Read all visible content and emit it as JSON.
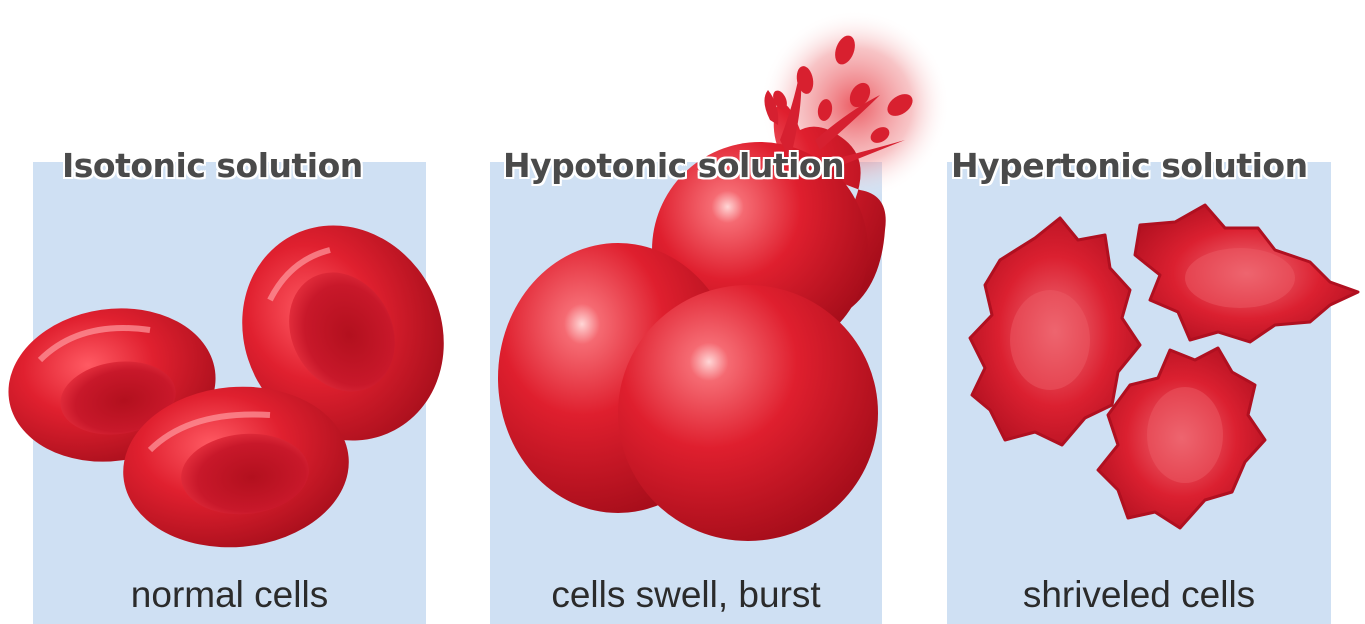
{
  "panels": [
    {
      "title": "Isotonic solution",
      "caption": "normal cells"
    },
    {
      "title": "Hypotonic solution",
      "caption": "cells swell, burst"
    },
    {
      "title": "Hypertonic solution",
      "caption": "shriveled cells"
    }
  ],
  "colors": {
    "panel_background": "#cfe0f3",
    "cell_red": "#d8202f",
    "title_text": "#4a4a4a",
    "caption_text": "#2b2b2b"
  }
}
